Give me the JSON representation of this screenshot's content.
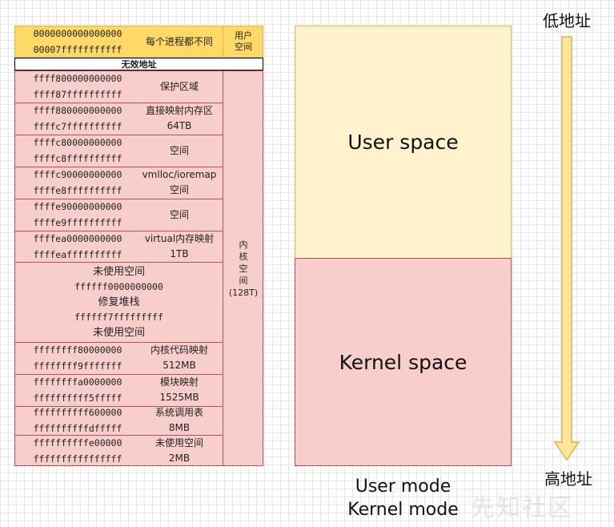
{
  "left_table": {
    "top_region": {
      "start": "0000000000000000",
      "end": "00007fffffffffff",
      "desc": "每个进程都不同",
      "side_label": "用户\n空间"
    },
    "invalid_label": "无效地址",
    "kernel_side_label": "内\n核\n空\n间\n(128T)",
    "rows": [
      {
        "start": "ffff800000000000",
        "end": "ffff87ffffffffff",
        "desc": "保护区域"
      },
      {
        "start": "ffff880000000000",
        "end": "ffffc7ffffffffff",
        "desc": "直接映射内存区\n64TB"
      },
      {
        "start": "ffffc80000000000",
        "end": "ffffc8ffffffffff",
        "desc": "空间"
      },
      {
        "start": "ffffc90000000000",
        "end": "ffffe8ffffffffff",
        "desc": "vmlloc/ioremap\n空间"
      },
      {
        "start": "ffffe90000000000",
        "end": "ffffe9ffffffffff",
        "desc": "空间"
      },
      {
        "start": "ffffea0000000000",
        "end": "ffffeaffffffffff",
        "desc": "virtual内存映射\n1TB"
      }
    ],
    "unused_block": {
      "line1": "未使用空间",
      "line2": "ffffff0000000000",
      "line3": "修复堆栈",
      "line4": "ffffff7fffffffff",
      "line5": "未使用空间"
    },
    "rows2": [
      {
        "start": "ffffffff80000000",
        "end": "ffffffff9fffffff",
        "desc": "内核代码映射\n512MB"
      },
      {
        "start": "ffffffffa0000000",
        "end": "ffffffffff5fffff",
        "desc": "模块映射\n1525MB"
      },
      {
        "start": "ffffffffff600000",
        "end": "ffffffffffdfffff",
        "desc": "系统调用表\n8MB"
      },
      {
        "start": "ffffffffffe00000",
        "end": "ffffffffffffffff",
        "desc": "未使用空间\n2MB"
      }
    ]
  },
  "right_diagram": {
    "user_space": "User space",
    "kernel_space": "Kernel space",
    "user_mode": "User mode",
    "kernel_mode": "Kernel mode"
  },
  "arrow": {
    "top_label": "低地址",
    "bottom_label": "高地址"
  },
  "watermark": "先知社区",
  "colors": {
    "user_fill": "#fff2cc",
    "user_header_fill": "#ffd966",
    "kernel_fill": "#f8cecc",
    "kernel_border": "#b85450",
    "arrow_fill": "#ffe599"
  }
}
